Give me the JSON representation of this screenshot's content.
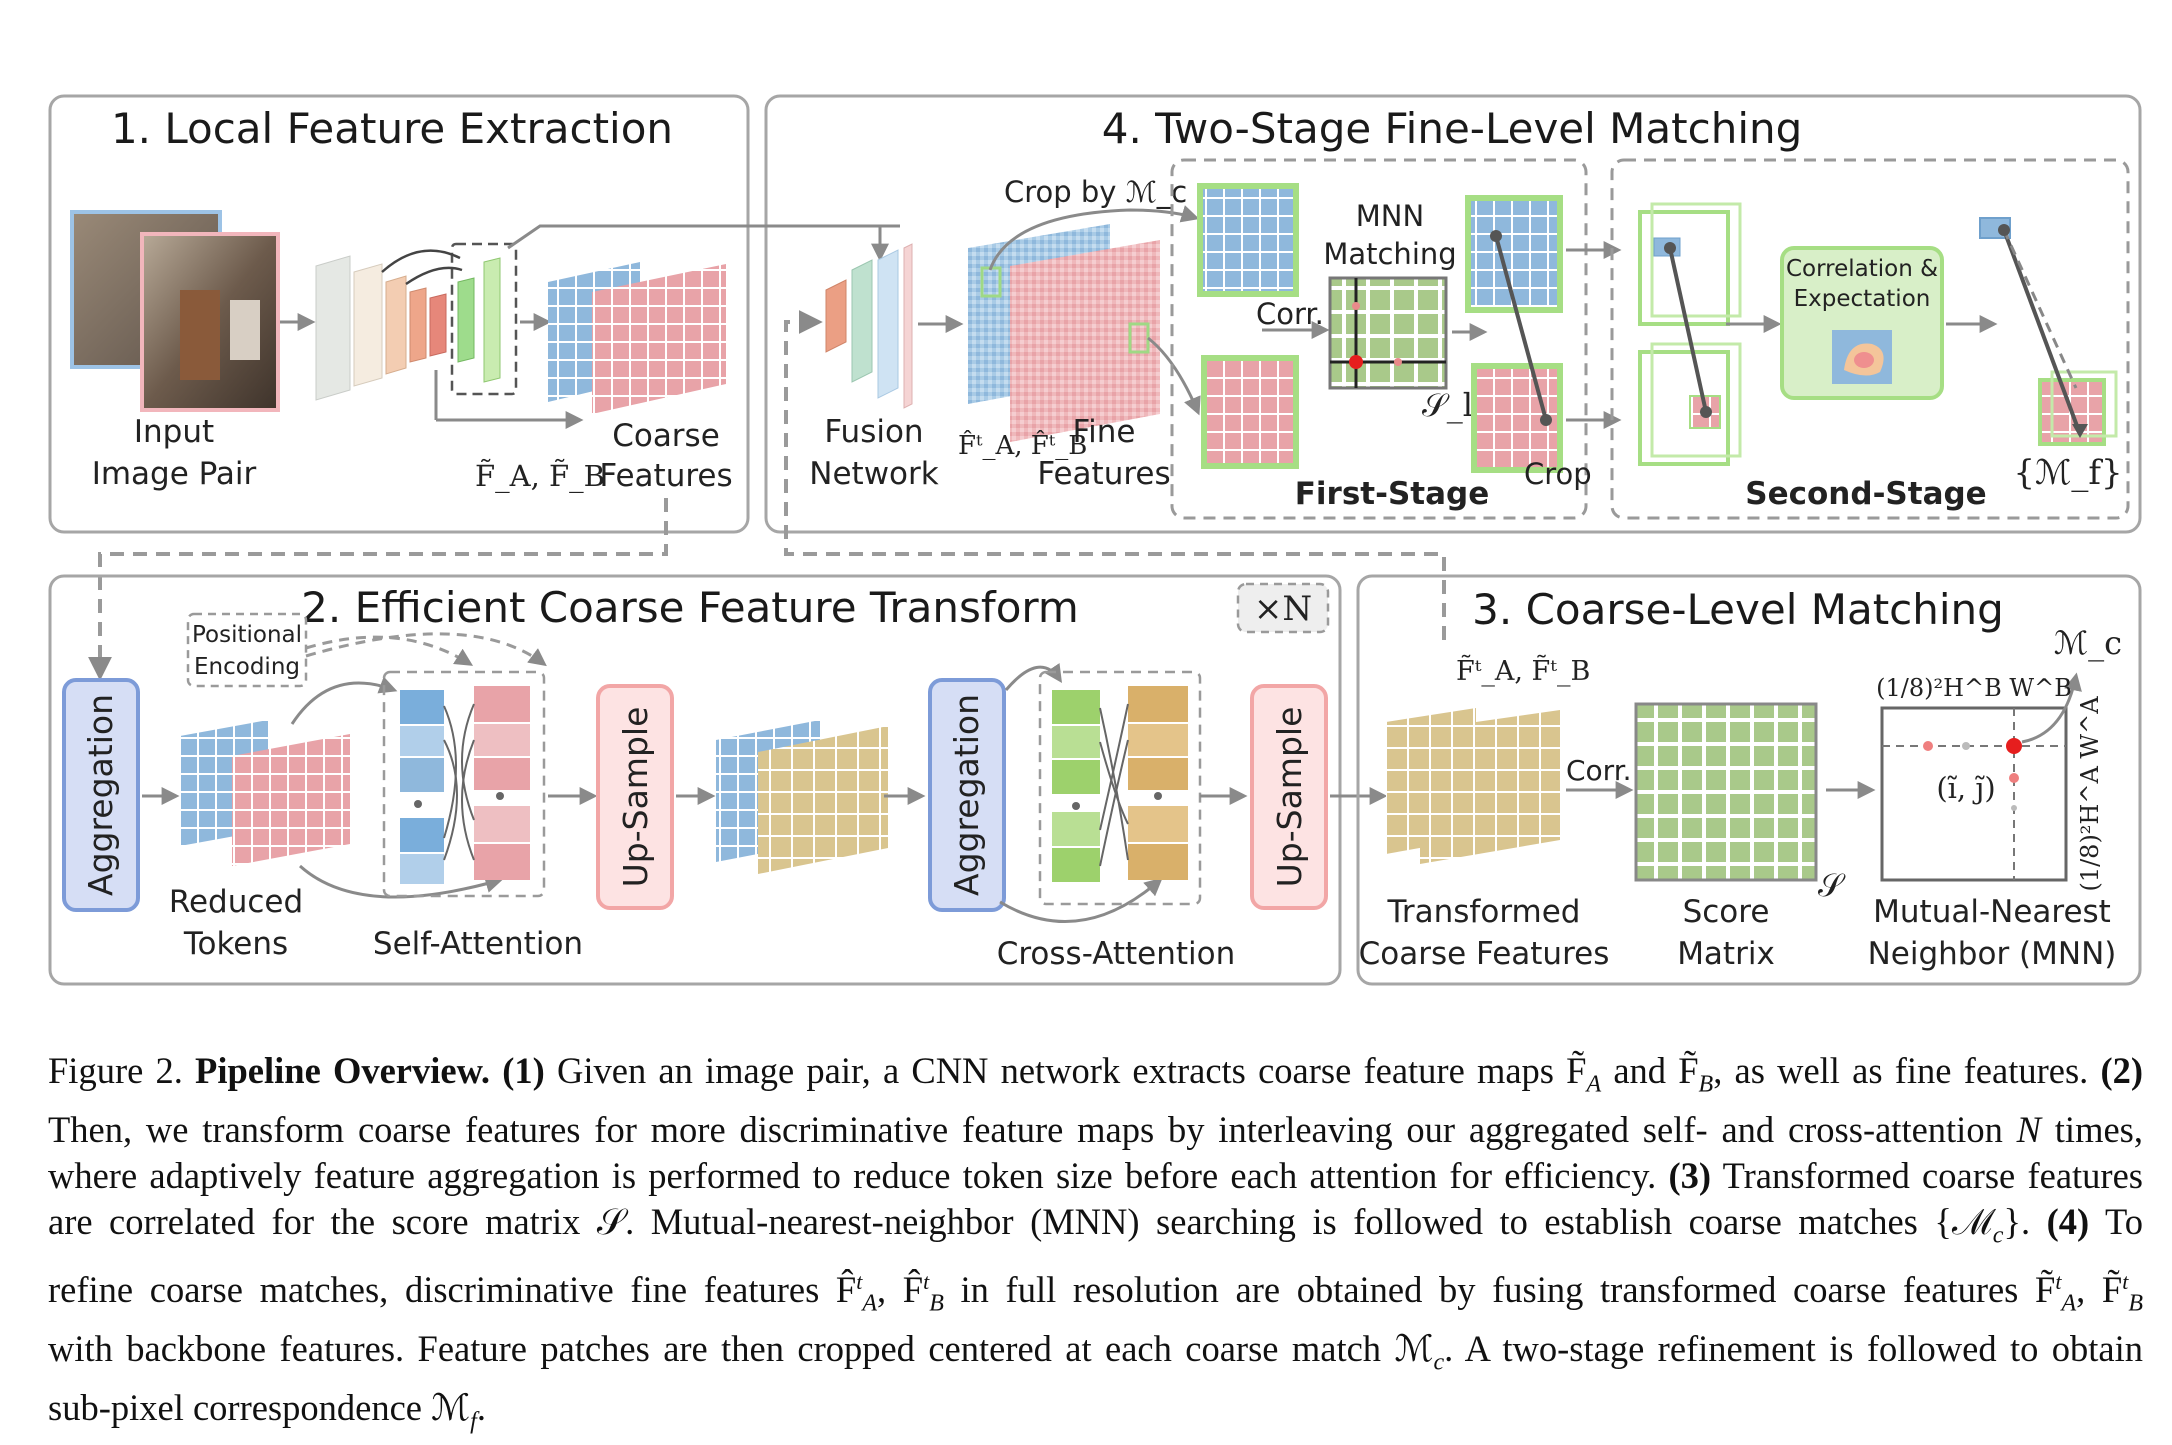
{
  "panels": {
    "p1": {
      "title": "1. Local Feature Extraction",
      "input_line1": "Input",
      "input_line2": "Image Pair",
      "coarse_line1": "Coarse",
      "coarse_line2": "Features",
      "coarse_sym": "F̃_A, F̃_B"
    },
    "p2": {
      "title": "2. Efficient Coarse Feature Transform",
      "times_n": "×N",
      "pos_enc_1": "Positional",
      "pos_enc_2": "Encoding",
      "aggregation": "Aggregation",
      "upsample": "Up-Sample",
      "reduced_1": "Reduced",
      "reduced_2": "Tokens",
      "self_attention": "Self-Attention",
      "cross_attention": "Cross-Attention"
    },
    "p3": {
      "title": "3. Coarse-Level Matching",
      "feat_sym": "F̃ᵗ_A, F̃ᵗ_B",
      "corr": "Corr.",
      "transformed_1": "Transformed",
      "transformed_2": "Coarse Features",
      "score_1": "Score",
      "score_2": "Matrix",
      "score_sym": "𝒮",
      "mnn_1": "Mutual-Nearest",
      "mnn_2": "Neighbor (MNN)",
      "mc": "ℳ_c",
      "hw_top": "(1/8)²H^B W^B",
      "hw_side": "(1/8)²H^A W^A",
      "ij": "(ĩ, j̃)"
    },
    "p4": {
      "title": "4. Two-Stage Fine-Level Matching",
      "crop_by": "Crop by ℳ_c",
      "fusion_1": "Fusion",
      "fusion_2": "Network",
      "fine_1": "Fine",
      "fine_2": "Features",
      "fine_sym": "F̂ᵗ_A, F̂ᵗ_B",
      "mnn_1": "MNN",
      "mnn_2": "Matching",
      "corr": "Corr.",
      "sl": "𝒮_l",
      "crop": "Crop",
      "first_stage": "First-Stage",
      "second_stage": "Second-Stage",
      "corr_exp_1": "Correlation &",
      "corr_exp_2": "Expectation",
      "mf": "{ℳ_f}"
    }
  },
  "caption": {
    "lines": [
      [
        "Figure 2. ",
        {
          "b": "Pipeline Overview."
        },
        " ",
        {
          "b": "(1)"
        },
        " Given an image pair, a CNN network extracts coarse feature maps F̃",
        {
          "sub": "A"
        },
        " and F̃",
        {
          "sub": "B"
        },
        ", as well as fine features. ",
        {
          "b": "(2)"
        }
      ],
      [
        "Then, we transform coarse features for more discriminative feature maps by interleaving our aggregated self- and cross-attention ",
        {
          "i": "N"
        },
        " times,"
      ],
      [
        "where adaptively feature aggregation is performed to reduce token size before each attention for efficiency. ",
        {
          "b": "(3)"
        },
        " Transformed coarse features"
      ],
      [
        "are correlated for the score matrix 𝒮. Mutual-nearest-neighbor (MNN) searching is followed to establish coarse matches {ℳ",
        {
          "sub": "c"
        },
        "}. ",
        {
          "b": "(4)"
        },
        " To"
      ],
      [
        "refine coarse matches, discriminative fine features F̂",
        {
          "sup": "t"
        },
        {
          "sub": "A"
        },
        ", F̂",
        {
          "sup": "t"
        },
        {
          "sub": "B"
        },
        " in full resolution are obtained by fusing transformed coarse features F̃",
        {
          "sup": "t"
        },
        {
          "sub": "A"
        },
        ", F̃",
        {
          "sup": "t"
        },
        {
          "sub": "B"
        }
      ],
      [
        "with backbone features. Feature patches are then cropped centered at each coarse match ℳ",
        {
          "sub": "c"
        },
        ". A two-stage refinement is followed to obtain"
      ],
      [
        "sub-pixel correspondence ℳ",
        {
          "sub": "f"
        },
        "."
      ]
    ]
  },
  "colors": {
    "panel_border": "#a6a6a6",
    "blue_tile": "#8fb8dc",
    "red_tile": "#e8a3a8",
    "green_frame": "#a6de84",
    "aggregation_fill": "#d6def5",
    "aggregation_stroke": "#7d9bd8",
    "upsample_fill": "#fde3e3",
    "upsample_stroke": "#f2a6a6",
    "corr_exp_fill": "#d8efc8",
    "match_red": "#e61e1e"
  }
}
